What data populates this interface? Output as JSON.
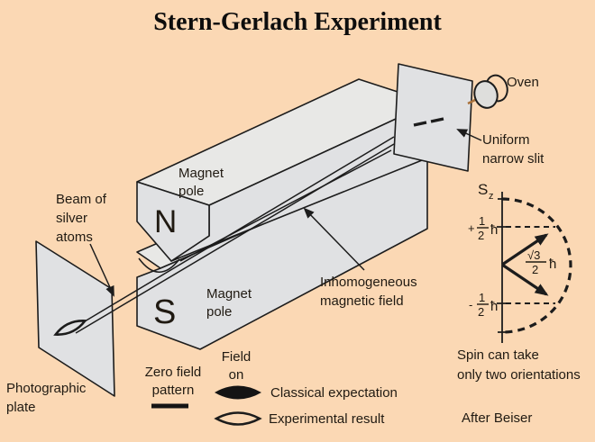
{
  "title": "Stern-Gerlach Experiment",
  "colors": {
    "background": "#fbd8b4",
    "surface_light": "#e8e8e6",
    "surface_mid": "#e0e1e3",
    "line": "#1c1c1c",
    "ink": "#201a12",
    "beam_stub": "#a9713b",
    "fill_black": "#141414"
  },
  "labels": {
    "oven": "Oven",
    "uniform_slit": [
      "Uniform",
      "narrow slit"
    ],
    "beam": [
      "Beam of",
      "silver",
      "atoms"
    ],
    "magnet_pole_top": [
      "Magnet",
      "pole"
    ],
    "magnet_pole_bottom": [
      "Magnet",
      "pole"
    ],
    "north": "N",
    "south": "S",
    "inhomogeneous": [
      "Inhomogeneous",
      "magnetic field"
    ],
    "photographic": [
      "Photographic",
      "plate"
    ],
    "zero_field": [
      "Zero field",
      "pattern"
    ],
    "field_on": [
      "Field",
      "on"
    ],
    "classical": "Classical expectation",
    "experimental": "Experimental result",
    "spin_caption": [
      "Spin can take",
      "only two orientations"
    ],
    "credit": "After Beiser"
  },
  "spin": {
    "axis": "S",
    "axis_sub": "z",
    "plus": {
      "sign": "+",
      "num": "1",
      "den": "2",
      "unit": "ħ"
    },
    "minus": {
      "sign": "-",
      "num": "1",
      "den": "2",
      "unit": "ħ"
    },
    "magnitude": {
      "num": "√3",
      "den": "2",
      "unit": "ħ"
    }
  }
}
